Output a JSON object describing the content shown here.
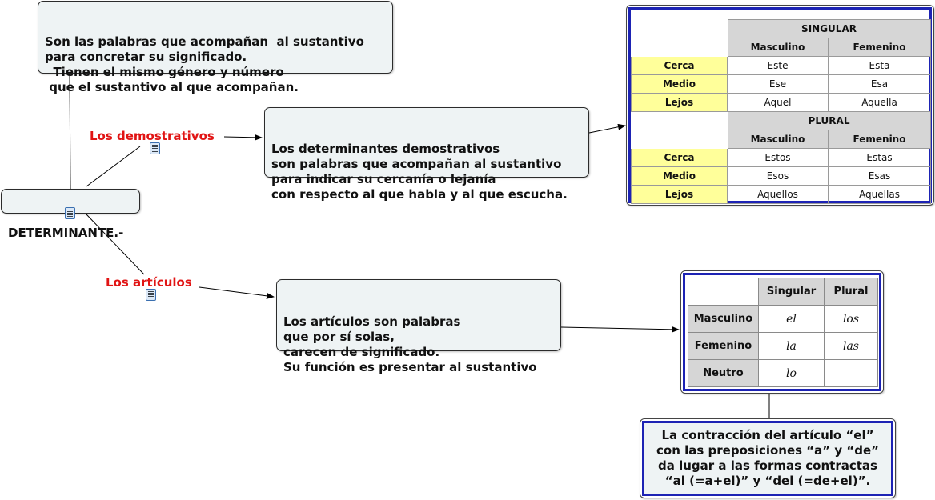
{
  "root": {
    "label": "DETERMINANTE.-"
  },
  "definition": {
    "text": "Son las palabras que acompañan  al sustantivo\npara concretar su significado.\n  Tienen el mismo género y número\n que el sustantivo al que acompañan."
  },
  "demostrativos": {
    "label": "Los demostrativos",
    "description": "Los determinantes demostrativos\nson palabras que acompañan al sustantivo\npara indicar su cercanía o lejanía\ncon respecto al que habla y al que escucha.",
    "table": {
      "singular_header": "SINGULAR",
      "plural_header": "PLURAL",
      "col_masc": "Masculino",
      "col_fem": "Femenino",
      "singular_rows": [
        {
          "label": "Cerca",
          "masc": "Este",
          "fem": "Esta"
        },
        {
          "label": "Medio",
          "masc": "Ese",
          "fem": "Esa"
        },
        {
          "label": "Lejos",
          "masc": "Aquel",
          "fem": "Aquella"
        }
      ],
      "plural_rows": [
        {
          "label": "Cerca",
          "masc": "Estos",
          "fem": "Estas"
        },
        {
          "label": "Medio",
          "masc": "Esos",
          "fem": "Esas"
        },
        {
          "label": "Lejos",
          "masc": "Aquellos",
          "fem": "Aquellas"
        }
      ]
    }
  },
  "articulos": {
    "label": "Los artículos",
    "description": "Los artículos son palabras\nque por sí solas,\ncarecen de significado.\nSu función es presentar al sustantivo",
    "table": {
      "col_singular": "Singular",
      "col_plural": "Plural",
      "rows": [
        {
          "label": "Masculino",
          "singular": "el",
          "plural": "los"
        },
        {
          "label": "Femenino",
          "singular": "la",
          "plural": "las"
        },
        {
          "label": "Neutro",
          "singular": "lo",
          "plural": ""
        }
      ]
    },
    "contraction": "La contracción del artículo “el”\ncon las preposiciones “a” y “de”\nda lugar a las formas contractas\n“al (=a+el)” y “del (=de+el)”."
  },
  "colors": {
    "label_red": "#e11414",
    "node_bg": "#eef3f4",
    "table_frame_blue": "#1d23b4",
    "row_highlight": "#ffff9a",
    "header_gray": "#d6d6d6"
  },
  "icons": [
    "document-icon"
  ]
}
